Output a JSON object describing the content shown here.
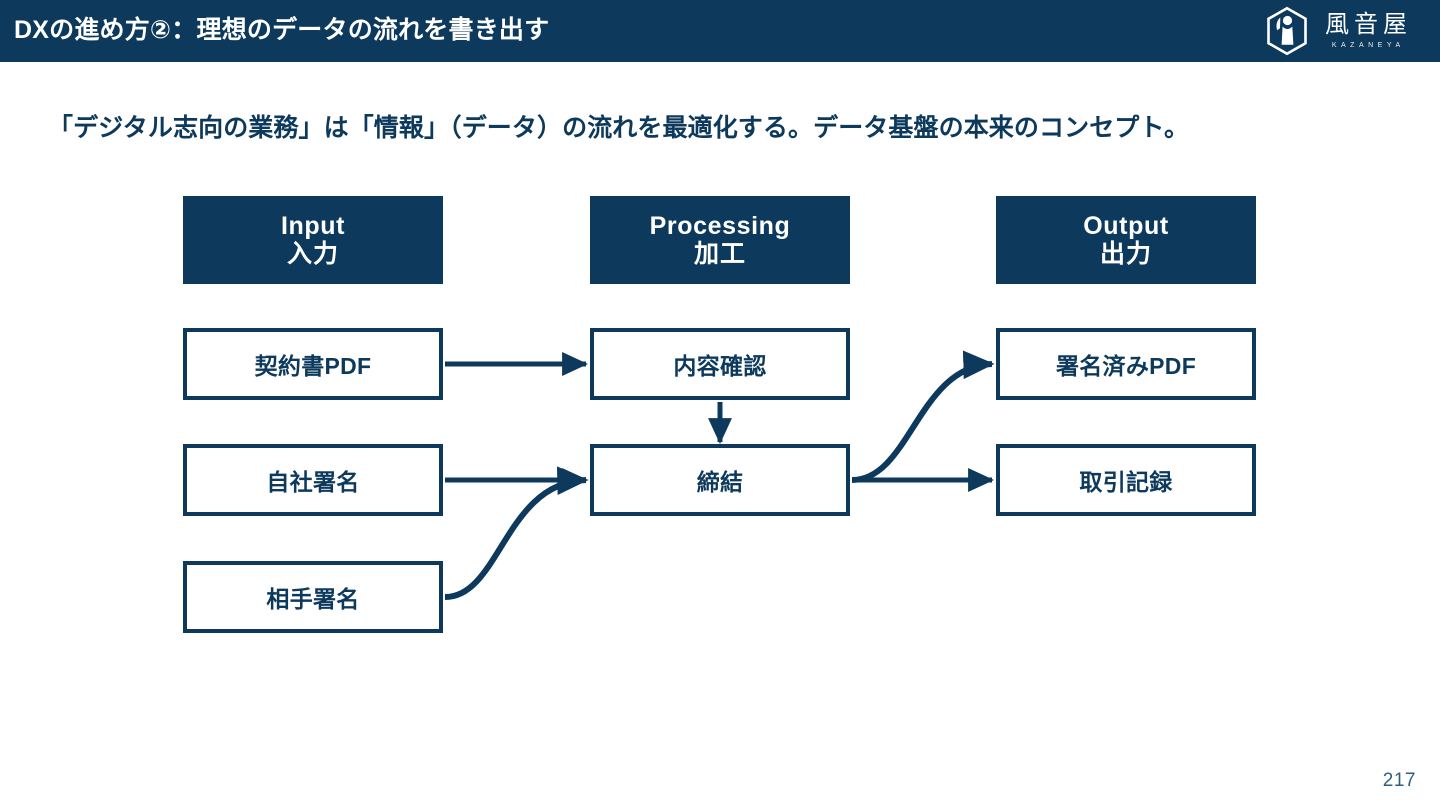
{
  "header": {
    "title": "DXの進め方②：理想のデータの流れを書き出す",
    "bar_color": "#0d3a5c",
    "title_color": "#ffffff"
  },
  "logo": {
    "mark": "hexagon-figure-icon",
    "name_jp": "風音屋",
    "name_romaji": "KAZANEYA"
  },
  "subtitle": {
    "text": "「デジタル志向の業務」は「情報」（データ）の流れを最適化する。データ基盤の本来のコンセプト。",
    "color": "#0d3a5c"
  },
  "diagram": {
    "accent_color": "#0d3a5c",
    "columns": [
      {
        "id": "input",
        "title_en": "Input",
        "title_jp": "入力"
      },
      {
        "id": "processing",
        "title_en": "Processing",
        "title_jp": "加工"
      },
      {
        "id": "output",
        "title_en": "Output",
        "title_jp": "出力"
      }
    ],
    "nodes": [
      {
        "id": "contract-pdf",
        "column": "input",
        "row": 1,
        "label": "契約書PDF"
      },
      {
        "id": "own-signature",
        "column": "input",
        "row": 2,
        "label": "自社署名"
      },
      {
        "id": "counterparty-signature",
        "column": "input",
        "row": 3,
        "label": "相手署名"
      },
      {
        "id": "content-check",
        "column": "processing",
        "row": 1,
        "label": "内容確認"
      },
      {
        "id": "conclusion",
        "column": "processing",
        "row": 2,
        "label": "締結"
      },
      {
        "id": "signed-pdf",
        "column": "output",
        "row": 1,
        "label": "署名済みPDF"
      },
      {
        "id": "transaction-record",
        "column": "output",
        "row": 2,
        "label": "取引記録"
      }
    ],
    "edges": [
      {
        "id": "contract-pdf-to-content-check",
        "from": "contract-pdf",
        "to": "content-check",
        "shape": "straight-horizontal"
      },
      {
        "id": "content-check-to-conclusion",
        "from": "content-check",
        "to": "conclusion",
        "shape": "straight-vertical"
      },
      {
        "id": "own-signature-to-conclusion",
        "from": "own-signature",
        "to": "conclusion",
        "shape": "straight-horizontal"
      },
      {
        "id": "counterparty-signature-to-conclusion",
        "from": "counterparty-signature",
        "to": "conclusion",
        "shape": "curved-up"
      },
      {
        "id": "conclusion-to-signed-pdf",
        "from": "conclusion",
        "to": "signed-pdf",
        "shape": "curved-up"
      },
      {
        "id": "conclusion-to-transaction-record",
        "from": "conclusion",
        "to": "transaction-record",
        "shape": "straight-horizontal"
      }
    ]
  },
  "footer": {
    "page_number": "217"
  }
}
